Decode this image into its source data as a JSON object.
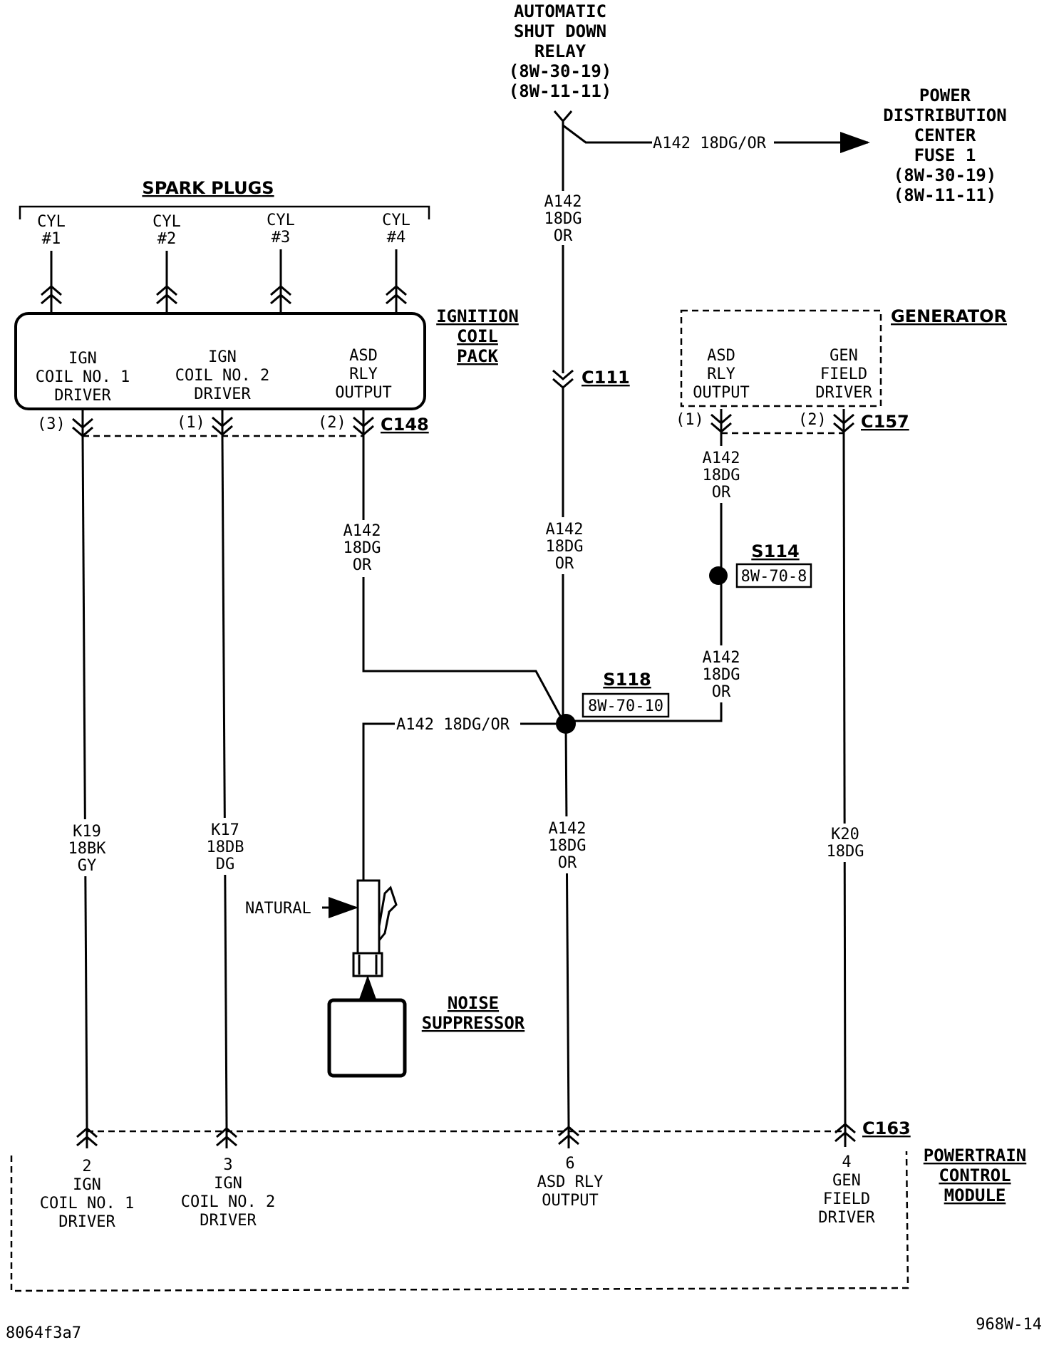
{
  "asd_relay": {
    "lines": [
      "AUTOMATIC",
      "SHUT DOWN",
      "RELAY",
      "(8W-30-19)",
      "(8W-11-11)"
    ]
  },
  "pdc": {
    "lines": [
      "POWER",
      "DISTRIBUTION",
      "CENTER",
      "FUSE 1",
      "(8W-30-19)",
      "(8W-11-11)"
    ]
  },
  "top_branch_label": "A142 18DG/OR",
  "spark_plugs": {
    "title": "SPARK PLUGS",
    "cyl": [
      {
        "name": "CYL",
        "num": "#1"
      },
      {
        "name": "CYL",
        "num": "#2"
      },
      {
        "name": "CYL",
        "num": "#3"
      },
      {
        "name": "CYL",
        "num": "#4"
      }
    ]
  },
  "coil_pack": {
    "title": [
      "IGNITION",
      "COIL",
      "PACK"
    ],
    "outputs": [
      {
        "lines": [
          "IGN",
          "COIL NO. 1",
          "DRIVER"
        ],
        "pin": "(3)"
      },
      {
        "lines": [
          "IGN",
          "COIL NO. 2",
          "DRIVER"
        ],
        "pin": "(1)"
      },
      {
        "lines": [
          "ASD",
          "RLY",
          "OUTPUT"
        ],
        "pin": "(2)"
      }
    ],
    "connector": "C148"
  },
  "generator": {
    "title": "GENERATOR",
    "outputs": [
      {
        "lines": [
          "ASD",
          "RLY",
          "OUTPUT"
        ],
        "pin": "(1)"
      },
      {
        "lines": [
          "GEN",
          "FIELD",
          "DRIVER"
        ],
        "pin": "(2)"
      }
    ],
    "connector": "C157"
  },
  "connector_c111": "C111",
  "wires": {
    "a142_vertical": [
      "A142",
      "18DG",
      "OR"
    ],
    "k19": [
      "K19",
      "18BK",
      "GY"
    ],
    "k17": [
      "K17",
      "18DB",
      "DG"
    ],
    "k20": [
      "K20",
      "18DG"
    ],
    "suppressor_feed": "A142 18DG/OR"
  },
  "splices": {
    "s114": {
      "name": "S114",
      "ref": "8W-70-8"
    },
    "s118": {
      "name": "S118",
      "ref": "8W-70-10"
    }
  },
  "noise_suppressor": {
    "title": [
      "NOISE",
      "SUPPRESSOR"
    ],
    "connector_color": "NATURAL"
  },
  "pcm": {
    "title": [
      "POWERTRAIN",
      "CONTROL",
      "MODULE"
    ],
    "connector": "C163",
    "pins": [
      {
        "lines": [
          "2",
          "IGN",
          "COIL NO. 1",
          "DRIVER"
        ]
      },
      {
        "lines": [
          "3",
          "IGN",
          "COIL NO. 2",
          "DRIVER"
        ]
      },
      {
        "lines": [
          "6",
          "ASD RLY",
          "OUTPUT"
        ]
      },
      {
        "lines": [
          "4",
          "GEN",
          "FIELD",
          "DRIVER"
        ]
      }
    ]
  },
  "footer": {
    "left": "8064f3a7",
    "right": "968W-14"
  }
}
